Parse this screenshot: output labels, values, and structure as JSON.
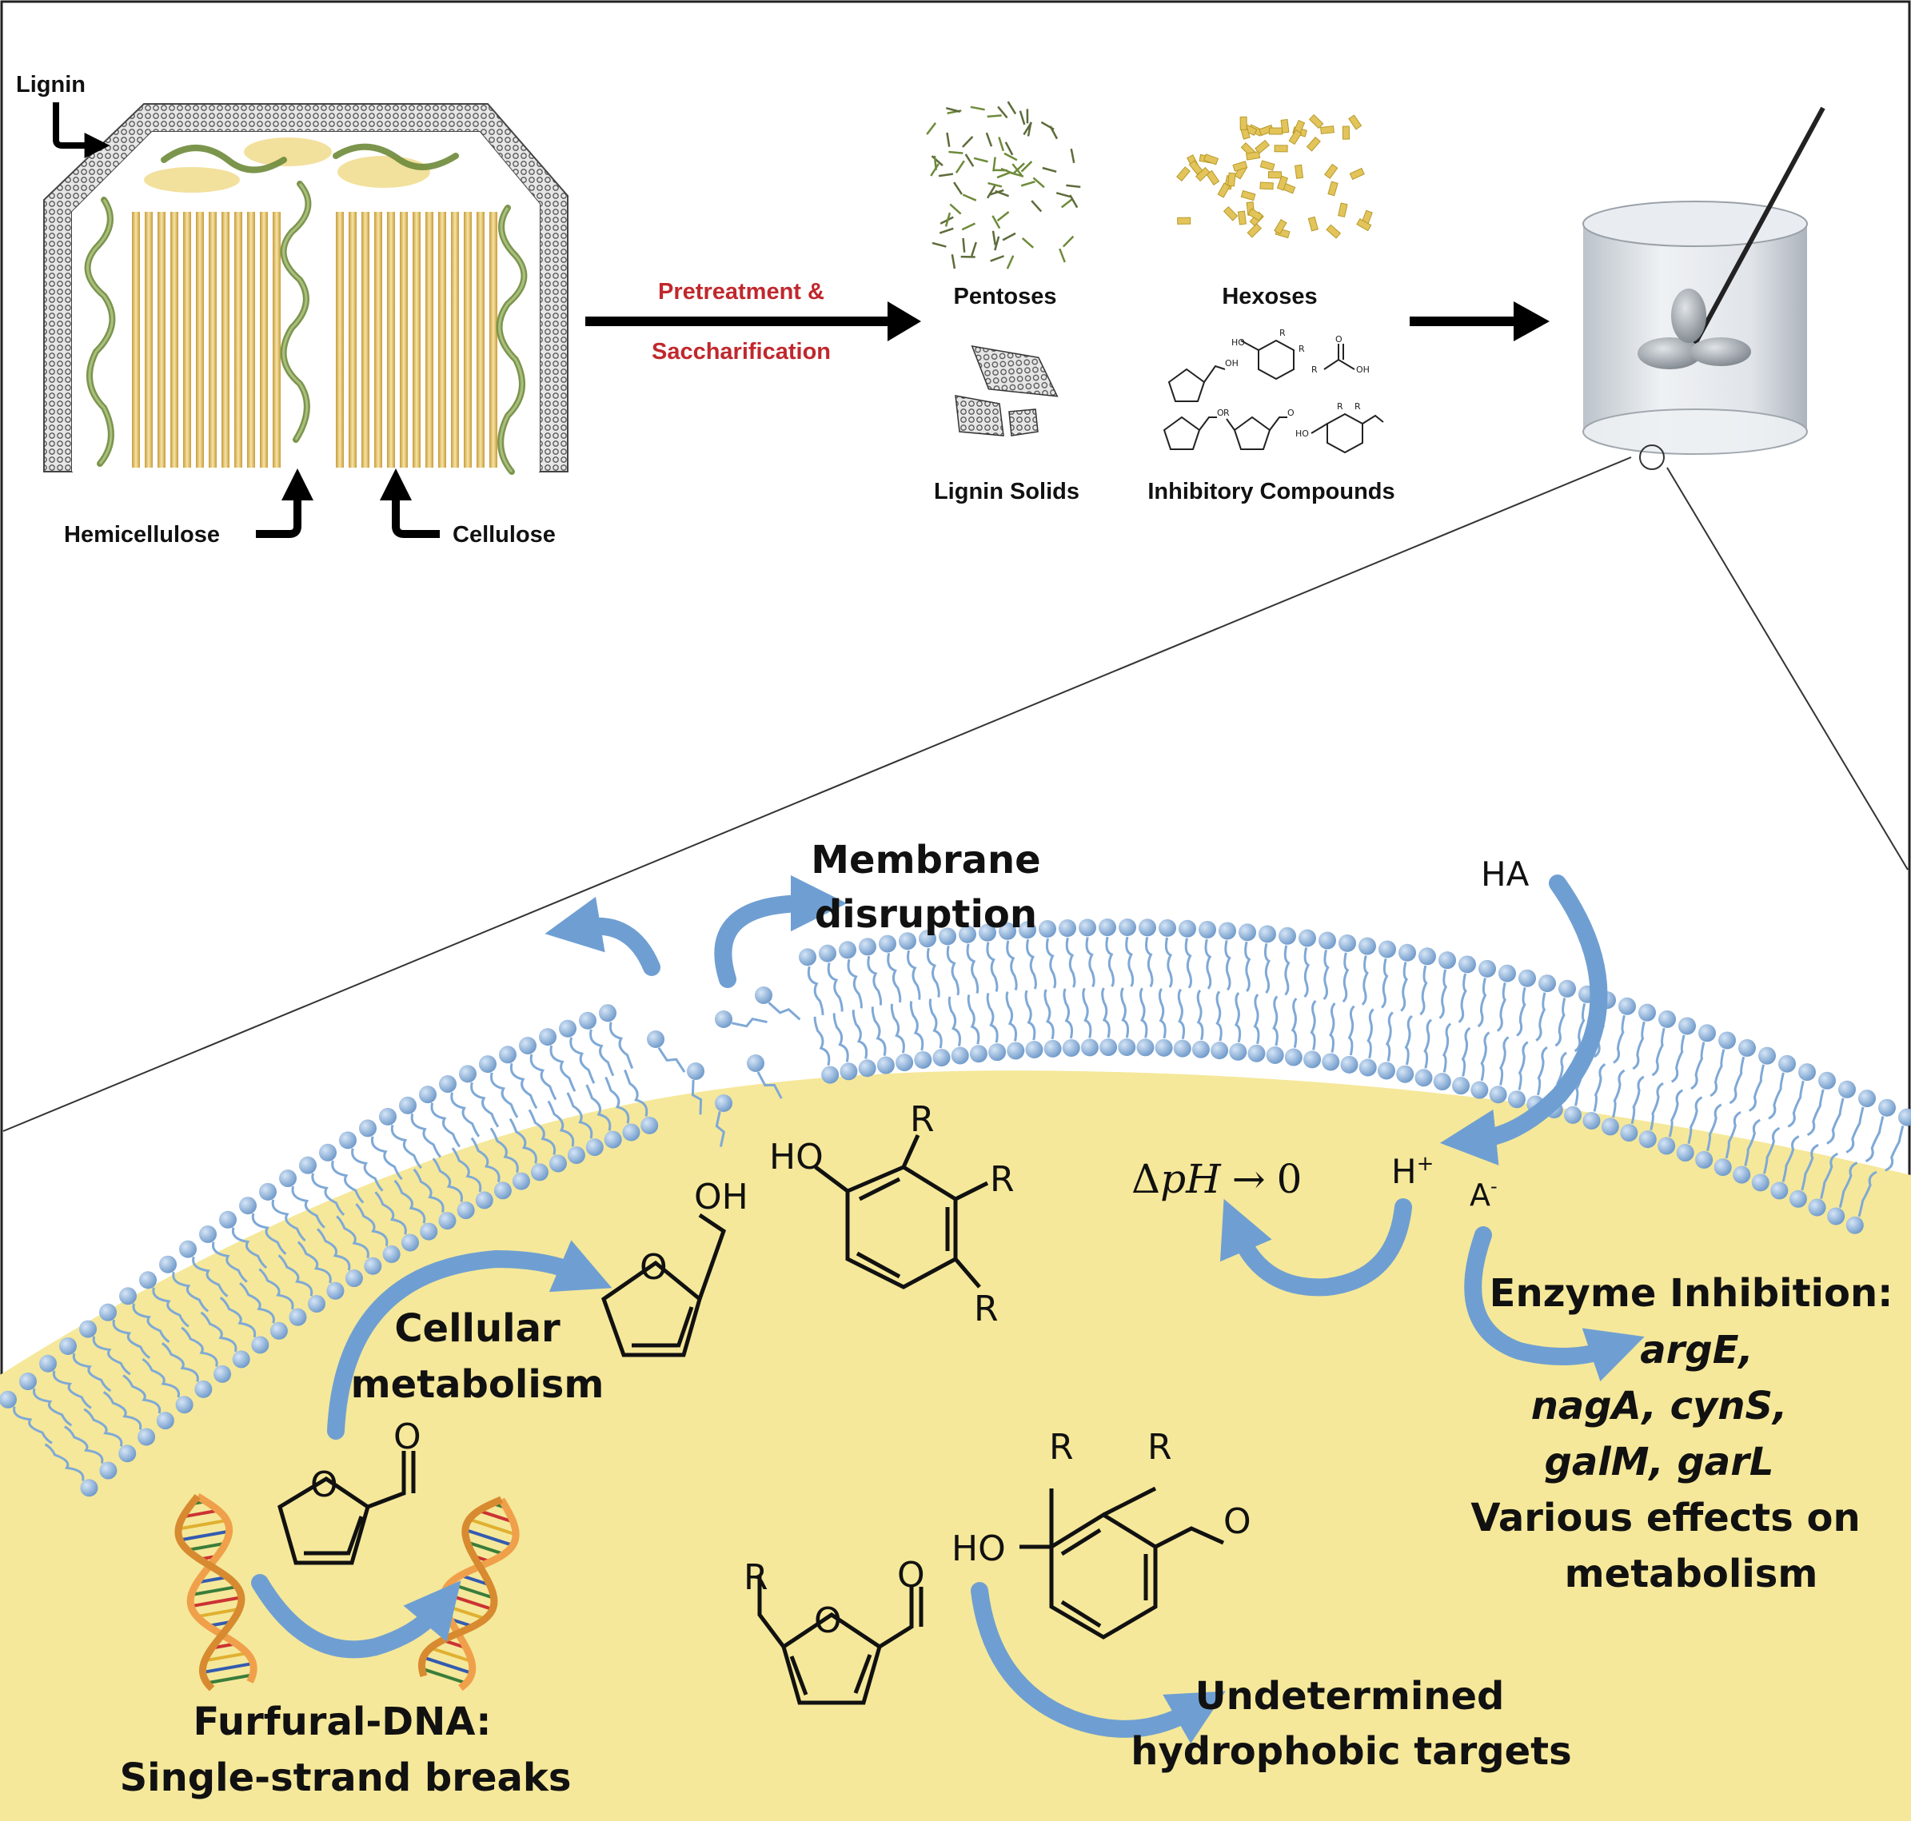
{
  "top_panel": {
    "biomass_labels": {
      "lignin": "Lignin",
      "hemicellulose": "Hemicellulose",
      "cellulose": "Cellulose"
    },
    "process_step": {
      "line1": "Pretreatment &",
      "line2": "Saccharification"
    },
    "products": {
      "pentoses": "Pentoses",
      "hexoses": "Hexoses",
      "lignin_solids": "Lignin Solids",
      "inhibitory_compounds": "Inhibitory Compounds"
    },
    "mini_structures": [
      "OH",
      "HO",
      "R",
      "R",
      "R",
      "O",
      "OH",
      "O",
      "R",
      "O",
      "R",
      "R",
      "HO"
    ]
  },
  "cell_panel": {
    "membrane_disruption": {
      "line1": "Membrane",
      "line2": "disruption"
    },
    "weak_acid": {
      "ha": "HA",
      "h_plus": "H",
      "h_plus_sup": "+",
      "a_minus": "A",
      "a_minus_sup": "-"
    },
    "ph_collapse": {
      "delta": "Δ",
      "p": "p",
      "h": "H",
      "arrow": "→",
      "zero": "0"
    },
    "enzyme_inhibition": {
      "title": "Enzyme Inhibition:",
      "genes_line1": "argE,",
      "genes_line2": "nagA, cynS,",
      "genes_line3": "galM, garL",
      "effects_line1": "Various effects on",
      "effects_line2": "metabolism"
    },
    "cellular_metabolism": {
      "line1": "Cellular",
      "line2": "metabolism"
    },
    "furfural_dna": {
      "line1": "Furfural-DNA:",
      "line2": "Single-strand breaks"
    },
    "hydrophobic": {
      "line1": "Undetermined",
      "line2": "hydrophobic targets"
    },
    "structure_atoms": {
      "furfuryl_alcohol_oh": "OH",
      "furfuryl_alcohol_o": "O",
      "phenol_ho": "HO",
      "phenol_r1": "R",
      "phenol_r2": "R",
      "phenol_r3": "R",
      "furfural_o_ring": "O",
      "furfural_o_carbonyl": "O",
      "hmf_r": "R",
      "hmf_o_ring": "O",
      "hmf_o_carbonyl": "O",
      "benzaldehyde_ho": "HO",
      "benzaldehyde_r1": "R",
      "benzaldehyde_r2": "R",
      "benzaldehyde_o": "O"
    }
  },
  "colors": {
    "process_red": "#c0282d",
    "cytoplasm": "#f5e89a",
    "lipid_head": "#7fa9d6",
    "arrow_blue": "#6f9fd2",
    "cellulose_gold": "#e9c96b",
    "hemicellulose_green": "#6e8a3a",
    "dna_orange": "#f0a04a"
  }
}
